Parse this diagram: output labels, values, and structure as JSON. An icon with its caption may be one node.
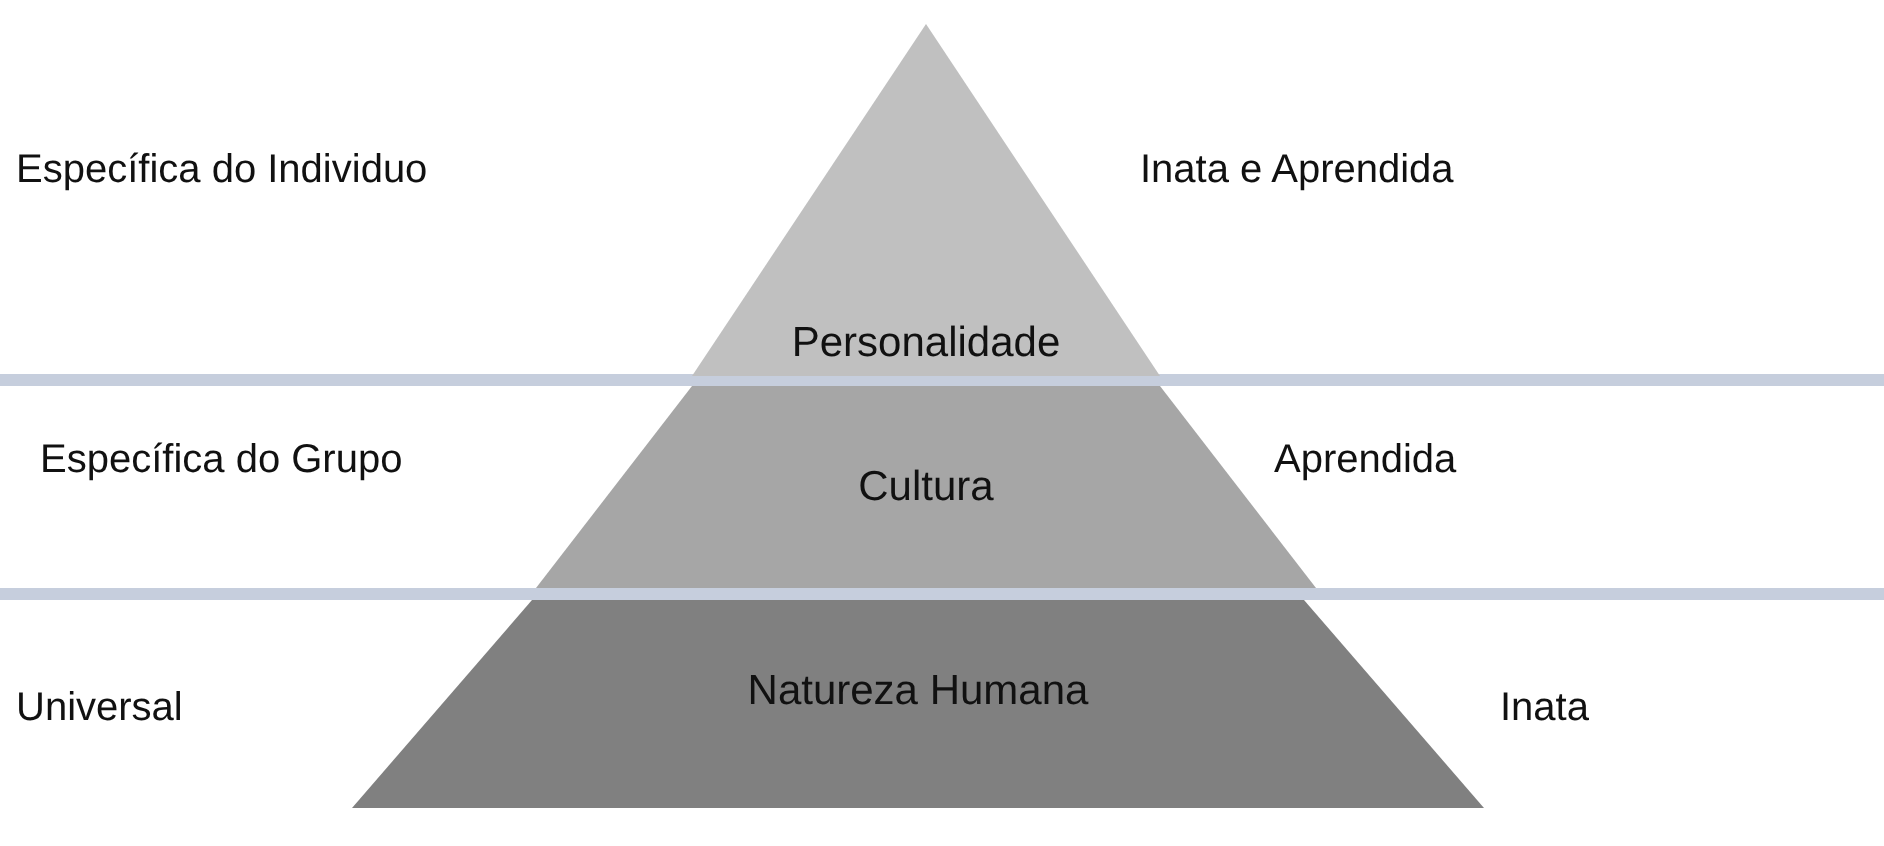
{
  "diagram": {
    "nodes": [
      {
        "text": [
          "Personalidade"
        ]
      },
      {
        "text": [
          "Cultura"
        ]
      },
      {
        "text": [
          "Natureza Humana"
        ]
      }
    ],
    "labels": [
      "Específica do Individuo",
      "Inata e Aprendida",
      "Específica do Grupo",
      "Aprendida",
      "Universal",
      "Inata"
    ]
  }
}
